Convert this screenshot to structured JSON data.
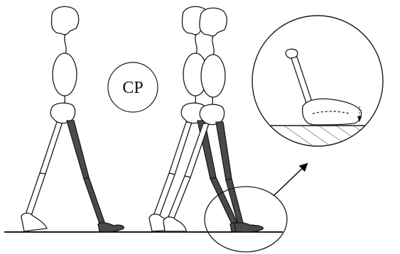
{
  "diagram": {
    "phase_label": "CP",
    "colors": {
      "stroke": "#1a1a1a",
      "bone_fill": "#ffffff",
      "stance_leg_fill": "#4a4a4a",
      "hatch": "#333333",
      "background": "#ffffff"
    },
    "figures": [
      {
        "role": "single-walker",
        "stance_leg": "dark"
      },
      {
        "role": "overlapping-walker-back",
        "stance_leg": "dark"
      },
      {
        "role": "overlapping-walker-front",
        "stance_leg": "dark"
      }
    ],
    "inset": {
      "content": "foot-pivot-on-hatched-ground"
    },
    "icons": [
      "arrow-icon",
      "highlight-circle-icon",
      "magnifier-circle-icon"
    ]
  }
}
